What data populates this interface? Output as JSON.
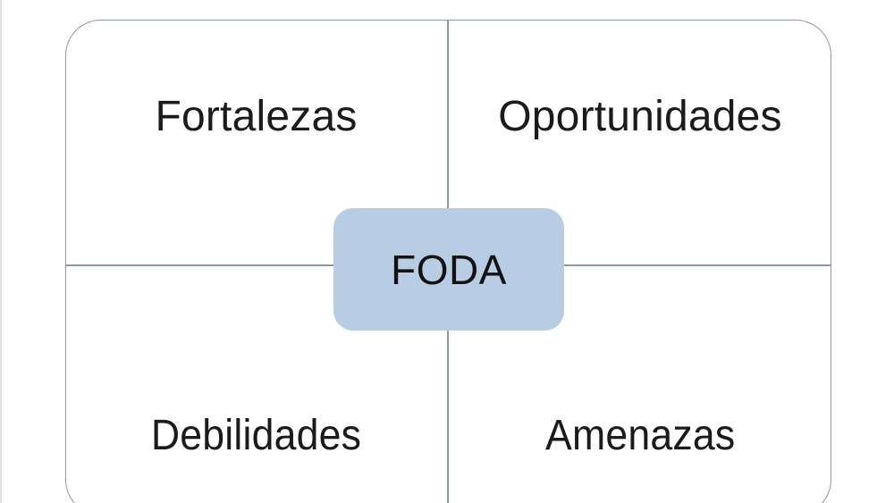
{
  "diagram": {
    "type": "swot-matrix",
    "center_node": {
      "label": "FODA",
      "fill_color": "#b8cce4",
      "text_color": "#121212"
    },
    "frame": {
      "border_color": "#8d98a6",
      "background_color": "#ffffff"
    },
    "quadrants": [
      {
        "key": "fortalezas",
        "label": "Fortalezas",
        "position": "top-left"
      },
      {
        "key": "oportunidades",
        "label": "Oportunidades",
        "position": "top-right"
      },
      {
        "key": "debilidades",
        "label": "Debilidades",
        "position": "bottom-left"
      },
      {
        "key": "amenazas",
        "label": "Amenazas",
        "position": "bottom-right"
      }
    ]
  }
}
